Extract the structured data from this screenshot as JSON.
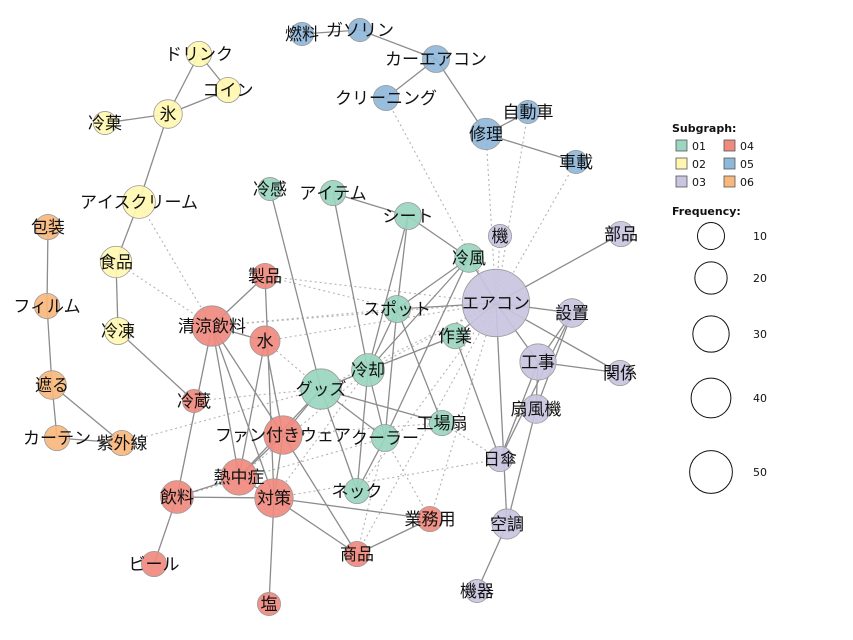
{
  "colors": {
    "01": "#9ad6c0",
    "02": "#fff7b0",
    "03": "#c9c4e0",
    "04": "#f08a7e",
    "05": "#8fb7da",
    "06": "#f8b77d",
    "edge_solid": "#8c8c8c",
    "edge_dotted": "#b3b3b3"
  },
  "legend": {
    "subgraph_title": "Subgraph:",
    "subgraphs": [
      {
        "id": "01",
        "label": "01"
      },
      {
        "id": "02",
        "label": "02"
      },
      {
        "id": "03",
        "label": "03"
      },
      {
        "id": "04",
        "label": "04"
      },
      {
        "id": "05",
        "label": "05"
      },
      {
        "id": "06",
        "label": "06"
      }
    ],
    "frequency_title": "Frequency:",
    "frequencies": [
      {
        "value": 10,
        "label": "10"
      },
      {
        "value": 20,
        "label": "20"
      },
      {
        "value": 30,
        "label": "30"
      },
      {
        "value": 40,
        "label": "40"
      },
      {
        "value": 50,
        "label": "50"
      }
    ]
  },
  "nodes": [
    {
      "id": "ekon",
      "label": "エアコン",
      "group": "03",
      "freq": 57
    },
    {
      "id": "kouji",
      "label": "工事",
      "group": "03",
      "freq": 12
    },
    {
      "id": "setti",
      "label": "設置",
      "group": "03",
      "freq": 6
    },
    {
      "id": "kankei",
      "label": "関係",
      "group": "03",
      "freq": 4
    },
    {
      "id": "buhin",
      "label": "部品",
      "group": "03",
      "freq": 4
    },
    {
      "id": "senpuki",
      "label": "扇風機",
      "group": "03",
      "freq": 6
    },
    {
      "id": "nikasa",
      "label": "日傘",
      "group": "03",
      "freq": 4
    },
    {
      "id": "kuchou",
      "label": "空調",
      "group": "03",
      "freq": 7
    },
    {
      "id": "kiki",
      "label": "機器",
      "group": "03",
      "freq": 3
    },
    {
      "id": "ki",
      "label": "機",
      "group": "03",
      "freq": 3
    },
    {
      "id": "reifu",
      "label": "冷風",
      "group": "01",
      "freq": 6
    },
    {
      "id": "sito",
      "label": "シート",
      "group": "01",
      "freq": 5
    },
    {
      "id": "aitemu",
      "label": "アイテム",
      "group": "01",
      "freq": 4
    },
    {
      "id": "reikan",
      "label": "冷感",
      "group": "01",
      "freq": 3
    },
    {
      "id": "supotto",
      "label": "スポット",
      "group": "01",
      "freq": 5
    },
    {
      "id": "sagyou",
      "label": "作業",
      "group": "01",
      "freq": 4
    },
    {
      "id": "reikyaku",
      "label": "冷却",
      "group": "01",
      "freq": 9
    },
    {
      "id": "guzzu",
      "label": "グッズ",
      "group": "01",
      "freq": 16
    },
    {
      "id": "kura",
      "label": "クーラー",
      "group": "01",
      "freq": 5
    },
    {
      "id": "koujousen",
      "label": "工場扇",
      "group": "01",
      "freq": 4
    },
    {
      "id": "nekku",
      "label": "ネック",
      "group": "01",
      "freq": 4
    },
    {
      "id": "seiryou",
      "label": "清涼飲料",
      "group": "04",
      "freq": 16
    },
    {
      "id": "seihin",
      "label": "製品",
      "group": "04",
      "freq": 4
    },
    {
      "id": "mizu",
      "label": "水",
      "group": "04",
      "freq": 7
    },
    {
      "id": "fanuea",
      "label": "ファン付きウェア",
      "group": "04",
      "freq": 14
    },
    {
      "id": "necchu",
      "label": "熱中症",
      "group": "04",
      "freq": 12
    },
    {
      "id": "inryou",
      "label": "飲料",
      "group": "04",
      "freq": 9
    },
    {
      "id": "taisaku",
      "label": "対策",
      "group": "04",
      "freq": 14
    },
    {
      "id": "biru",
      "label": "ビール",
      "group": "04",
      "freq": 4
    },
    {
      "id": "shio",
      "label": "塩",
      "group": "04",
      "freq": 3
    },
    {
      "id": "gyoumu",
      "label": "業務用",
      "group": "04",
      "freq": 4
    },
    {
      "id": "shouhin",
      "label": "商品",
      "group": "04",
      "freq": 4
    },
    {
      "id": "reizou",
      "label": "冷蔵",
      "group": "04",
      "freq": 3
    },
    {
      "id": "nenryou",
      "label": "燃料",
      "group": "05",
      "freq": 3
    },
    {
      "id": "gasorin",
      "label": "ガソリン",
      "group": "05",
      "freq": 3
    },
    {
      "id": "kaeakon",
      "label": "カーエアコン",
      "group": "05",
      "freq": 5
    },
    {
      "id": "kuriningu",
      "label": "クリーニング",
      "group": "05",
      "freq": 4
    },
    {
      "id": "shuuri",
      "label": "修理",
      "group": "05",
      "freq": 8
    },
    {
      "id": "jidousha",
      "label": "自動車",
      "group": "05",
      "freq": 3
    },
    {
      "id": "shasai",
      "label": "車載",
      "group": "05",
      "freq": 3
    },
    {
      "id": "dorinku",
      "label": "ドリンク",
      "group": "02",
      "freq": 4
    },
    {
      "id": "koin",
      "label": "コイン",
      "group": "02",
      "freq": 4
    },
    {
      "id": "koori",
      "label": "氷",
      "group": "02",
      "freq": 6
    },
    {
      "id": "reika",
      "label": "冷菓",
      "group": "02",
      "freq": 3
    },
    {
      "id": "aisu",
      "label": "アイスクリーム",
      "group": "02",
      "freq": 9
    },
    {
      "id": "shokuhin",
      "label": "食品",
      "group": "02",
      "freq": 8
    },
    {
      "id": "reitou",
      "label": "冷凍",
      "group": "02",
      "freq": 5
    },
    {
      "id": "housou",
      "label": "包装",
      "group": "06",
      "freq": 4
    },
    {
      "id": "firumu",
      "label": "フィルム",
      "group": "06",
      "freq": 4
    },
    {
      "id": "saegiru",
      "label": "遮る",
      "group": "06",
      "freq": 6
    },
    {
      "id": "katen",
      "label": "カーテン",
      "group": "06",
      "freq": 4
    },
    {
      "id": "shigaisen",
      "label": "紫外線",
      "group": "06",
      "freq": 4
    }
  ],
  "edges_solid": [
    [
      "ekon",
      "kouji"
    ],
    [
      "ekon",
      "setti"
    ],
    [
      "ekon",
      "buhin"
    ],
    [
      "ekon",
      "kankei"
    ],
    [
      "ekon",
      "reifu"
    ],
    [
      "ekon",
      "kuchou"
    ],
    [
      "ekon",
      "sagyou"
    ],
    [
      "ekon",
      "supotto"
    ],
    [
      "kouji",
      "setti"
    ],
    [
      "kouji",
      "kankei"
    ],
    [
      "kouji",
      "senpuki"
    ],
    [
      "kouji",
      "nikasa"
    ],
    [
      "setti",
      "senpuki"
    ],
    [
      "setti",
      "nikasa"
    ],
    [
      "kuchou",
      "kiki"
    ],
    [
      "kuchou",
      "senpuki"
    ],
    [
      "sito",
      "reifu"
    ],
    [
      "sito",
      "supotto"
    ],
    [
      "sito",
      "reikyaku"
    ],
    [
      "sito",
      "aitemu"
    ],
    [
      "reifu",
      "supotto"
    ],
    [
      "reifu",
      "reikyaku"
    ],
    [
      "reifu",
      "kura"
    ],
    [
      "aitemu",
      "reikyaku"
    ],
    [
      "reikan",
      "guzzu"
    ],
    [
      "supotto",
      "reikyaku"
    ],
    [
      "supotto",
      "kura"
    ],
    [
      "supotto",
      "koujousen"
    ],
    [
      "sagyou",
      "reikyaku"
    ],
    [
      "sagyou",
      "nikasa"
    ],
    [
      "reikyaku",
      "guzzu"
    ],
    [
      "reikyaku",
      "kura"
    ],
    [
      "reikyaku",
      "nekku"
    ],
    [
      "guzzu",
      "kura"
    ],
    [
      "guzzu",
      "nekku"
    ],
    [
      "guzzu",
      "fanuea"
    ],
    [
      "guzzu",
      "necchu"
    ],
    [
      "guzzu",
      "koujousen"
    ],
    [
      "kura",
      "nekku"
    ],
    [
      "seiryou",
      "mizu"
    ],
    [
      "seiryou",
      "inryou"
    ],
    [
      "seiryou",
      "necchu"
    ],
    [
      "seiryou",
      "fanuea"
    ],
    [
      "seiryou",
      "taisaku"
    ],
    [
      "seiryou",
      "seihin"
    ],
    [
      "seihin",
      "taisaku"
    ],
    [
      "mizu",
      "fanuea"
    ],
    [
      "mizu",
      "necchu"
    ],
    [
      "fanuea",
      "necchu"
    ],
    [
      "fanuea",
      "taisaku"
    ],
    [
      "fanuea",
      "shouhin"
    ],
    [
      "necchu",
      "taisaku"
    ],
    [
      "necchu",
      "inryou"
    ],
    [
      "inryou",
      "taisaku"
    ],
    [
      "inryou",
      "biru"
    ],
    [
      "taisaku",
      "shio"
    ],
    [
      "taisaku",
      "gyoumu"
    ],
    [
      "taisaku",
      "shouhin"
    ],
    [
      "shouhin",
      "gyoumu"
    ],
    [
      "reizou",
      "reitou"
    ],
    [
      "gasorin",
      "kaeakon"
    ],
    [
      "nenryou",
      "gasorin"
    ],
    [
      "kaeakon",
      "kuriningu"
    ],
    [
      "kaeakon",
      "shuuri"
    ],
    [
      "shuuri",
      "jidousha"
    ],
    [
      "shuuri",
      "shasai"
    ],
    [
      "dorinku",
      "koin"
    ],
    [
      "dorinku",
      "koori"
    ],
    [
      "koori",
      "koin"
    ],
    [
      "koori",
      "reika"
    ],
    [
      "koori",
      "aisu"
    ],
    [
      "aisu",
      "shokuhin"
    ],
    [
      "shokuhin",
      "reitou"
    ],
    [
      "housou",
      "firumu"
    ],
    [
      "firumu",
      "saegiru"
    ],
    [
      "saegiru",
      "katen"
    ],
    [
      "saegiru",
      "shigaisen"
    ],
    [
      "katen",
      "shigaisen"
    ]
  ],
  "edges_dotted": [
    [
      "kuriningu",
      "ekon"
    ],
    [
      "shuuri",
      "ekon"
    ],
    [
      "jidousha",
      "ekon"
    ],
    [
      "shasai",
      "ekon"
    ],
    [
      "ki",
      "ekon"
    ],
    [
      "aisu",
      "seiryou"
    ],
    [
      "shokuhin",
      "seiryou"
    ],
    [
      "seiryou",
      "supotto"
    ],
    [
      "seiryou",
      "ekon"
    ],
    [
      "seihin",
      "ekon"
    ],
    [
      "mizu",
      "guzzu"
    ],
    [
      "shigaisen",
      "guzzu"
    ],
    [
      "inryou",
      "kura"
    ],
    [
      "necchu",
      "reikyaku"
    ],
    [
      "taisaku",
      "nikasa"
    ],
    [
      "shouhin",
      "ekon"
    ],
    [
      "gyoumu",
      "ekon"
    ],
    [
      "gyoumu",
      "kura"
    ],
    [
      "reizou",
      "guzzu"
    ],
    [
      "guzzu",
      "sagyou"
    ],
    [
      "fanuea",
      "koujousen"
    ],
    [
      "koujousen",
      "nikasa"
    ],
    [
      "nekku",
      "ekon"
    ],
    [
      "shouhin",
      "kura"
    ],
    [
      "guzzu",
      "ekon"
    ],
    [
      "reikyaku",
      "ekon"
    ],
    [
      "inryou",
      "seiryou"
    ],
    [
      "taisaku",
      "reikyaku"
    ],
    [
      "seihin",
      "supotto"
    ],
    [
      "mizu",
      "ekon"
    ]
  ]
}
